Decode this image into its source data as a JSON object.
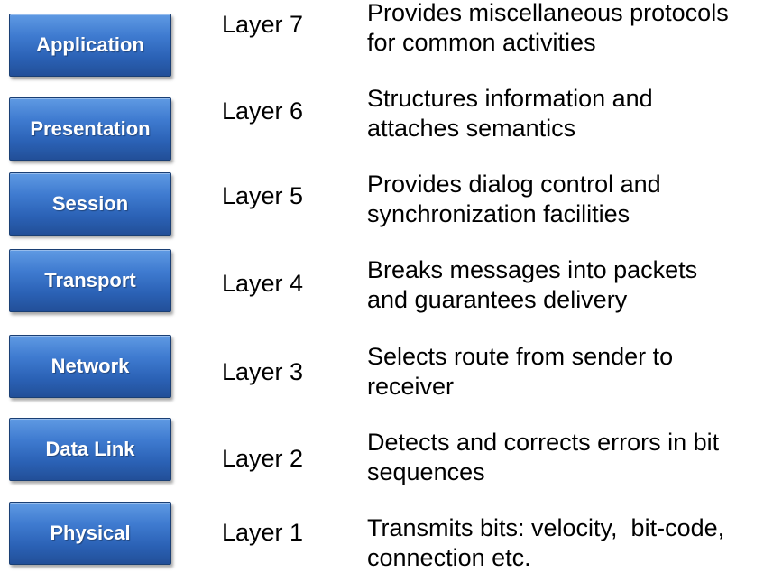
{
  "layers": [
    {
      "name": "Application",
      "number": "Layer 7",
      "description": [
        "Provides miscellaneous protocols",
        "for common activities"
      ]
    },
    {
      "name": "Presentation",
      "number": "Layer 6",
      "description": [
        "Structures information and",
        "attaches semantics"
      ]
    },
    {
      "name": "Session",
      "number": "Layer 5",
      "description": [
        "Provides dialog control and",
        "synchronization facilities"
      ]
    },
    {
      "name": "Transport",
      "number": "Layer 4",
      "description": [
        "Breaks messages into packets",
        "and guarantees delivery"
      ]
    },
    {
      "name": "Network",
      "number": "Layer 3",
      "description": [
        "Selects route from sender to",
        "receiver"
      ]
    },
    {
      "name": "Data Link",
      "number": "Layer 2",
      "description": [
        "Detects and corrects errors in bit",
        "sequences"
      ]
    },
    {
      "name": "Physical",
      "number": "Layer 1",
      "description": [
        "Transmits bits: velocity,  bit-code,",
        "connection etc."
      ]
    }
  ],
  "colors": {
    "box_top": "#5f9ae3",
    "box_bottom": "#224f98",
    "box_border": "#1a3f74",
    "box_text": "#ffffff",
    "body_text": "#000000"
  }
}
